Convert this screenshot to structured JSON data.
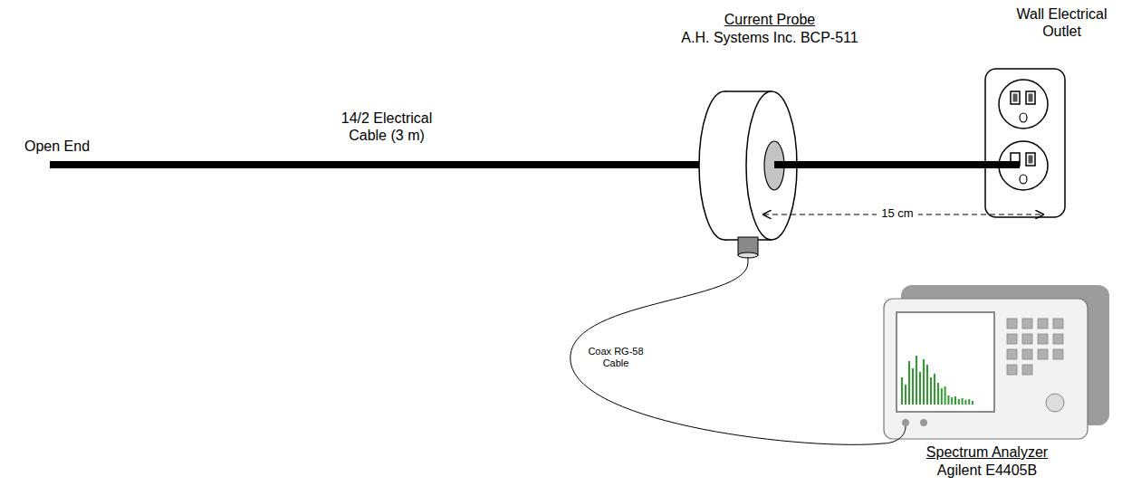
{
  "diagram": {
    "nodes": [
      {
        "text": [
          "Current Probe",
          "A.H. Systems Inc. BCP-511"
        ]
      },
      {
        "text": [
          "Wall Electrical Outlet"
        ]
      },
      {
        "text": [
          "Spectrum Analyzer",
          "Agilent E4405B"
        ]
      }
    ],
    "edges": [
      {
        "from": 0,
        "to": 1,
        "arrow": "none"
      },
      {
        "from": 0,
        "to": 2,
        "arrow": "none",
        "label": "Coax RG-58 Cable"
      }
    ],
    "labels": [
      "Open End",
      "14/2 Electrical Cable (3 m)",
      "15 cm"
    ]
  }
}
